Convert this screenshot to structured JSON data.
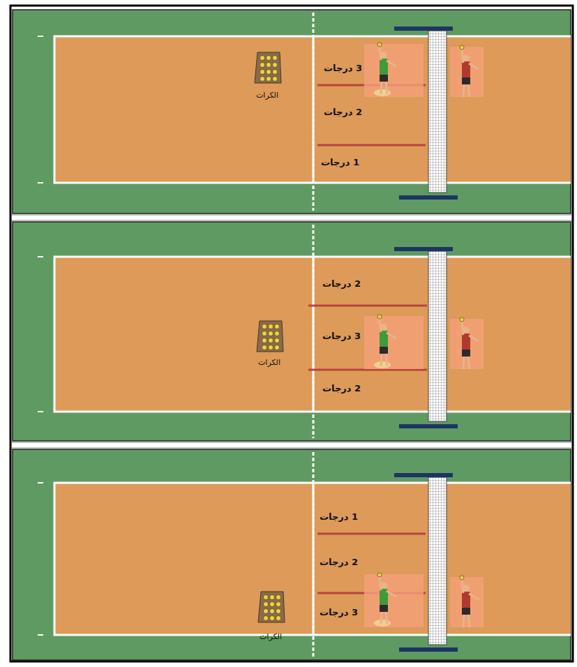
{
  "diagram": {
    "labels": [
      "3 درجات",
      "2 درجات",
      "1 درجات",
      "الكرات",
      "2 درجات",
      "3 درجات",
      "2 درجات",
      "الكرات",
      "1 درجات",
      "2 درجات",
      "3 درجات",
      "الكرات"
    ]
  }
}
